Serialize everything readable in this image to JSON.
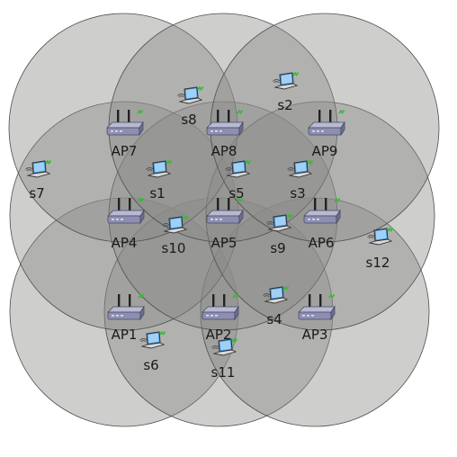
{
  "access_points": [
    {
      "id": "ap1",
      "label": "AP1"
    },
    {
      "id": "ap2",
      "label": "AP2"
    },
    {
      "id": "ap3",
      "label": "AP3"
    },
    {
      "id": "ap4",
      "label": "AP4"
    },
    {
      "id": "ap5",
      "label": "AP5"
    },
    {
      "id": "ap6",
      "label": "AP6"
    },
    {
      "id": "ap7",
      "label": "AP7"
    },
    {
      "id": "ap8",
      "label": "AP8"
    },
    {
      "id": "ap9",
      "label": "AP9"
    }
  ],
  "stations": [
    {
      "id": "s1",
      "label": "s1"
    },
    {
      "id": "s2",
      "label": "s2"
    },
    {
      "id": "s3",
      "label": "s3"
    },
    {
      "id": "s4",
      "label": "s4"
    },
    {
      "id": "s5",
      "label": "s5"
    },
    {
      "id": "s6",
      "label": "s6"
    },
    {
      "id": "s7",
      "label": "s7"
    },
    {
      "id": "s8",
      "label": "s8"
    },
    {
      "id": "s9",
      "label": "s9"
    },
    {
      "id": "s10",
      "label": "s10"
    },
    {
      "id": "s11",
      "label": "s11"
    },
    {
      "id": "s12",
      "label": "s12"
    }
  ],
  "colors": {
    "coverage_fill": "#8a8a87",
    "coverage_stroke": "#4d4d4d",
    "router_body": "#8e8fb0",
    "laptop_screen": "#3a8fd8",
    "signal": "#2fbf2f"
  }
}
